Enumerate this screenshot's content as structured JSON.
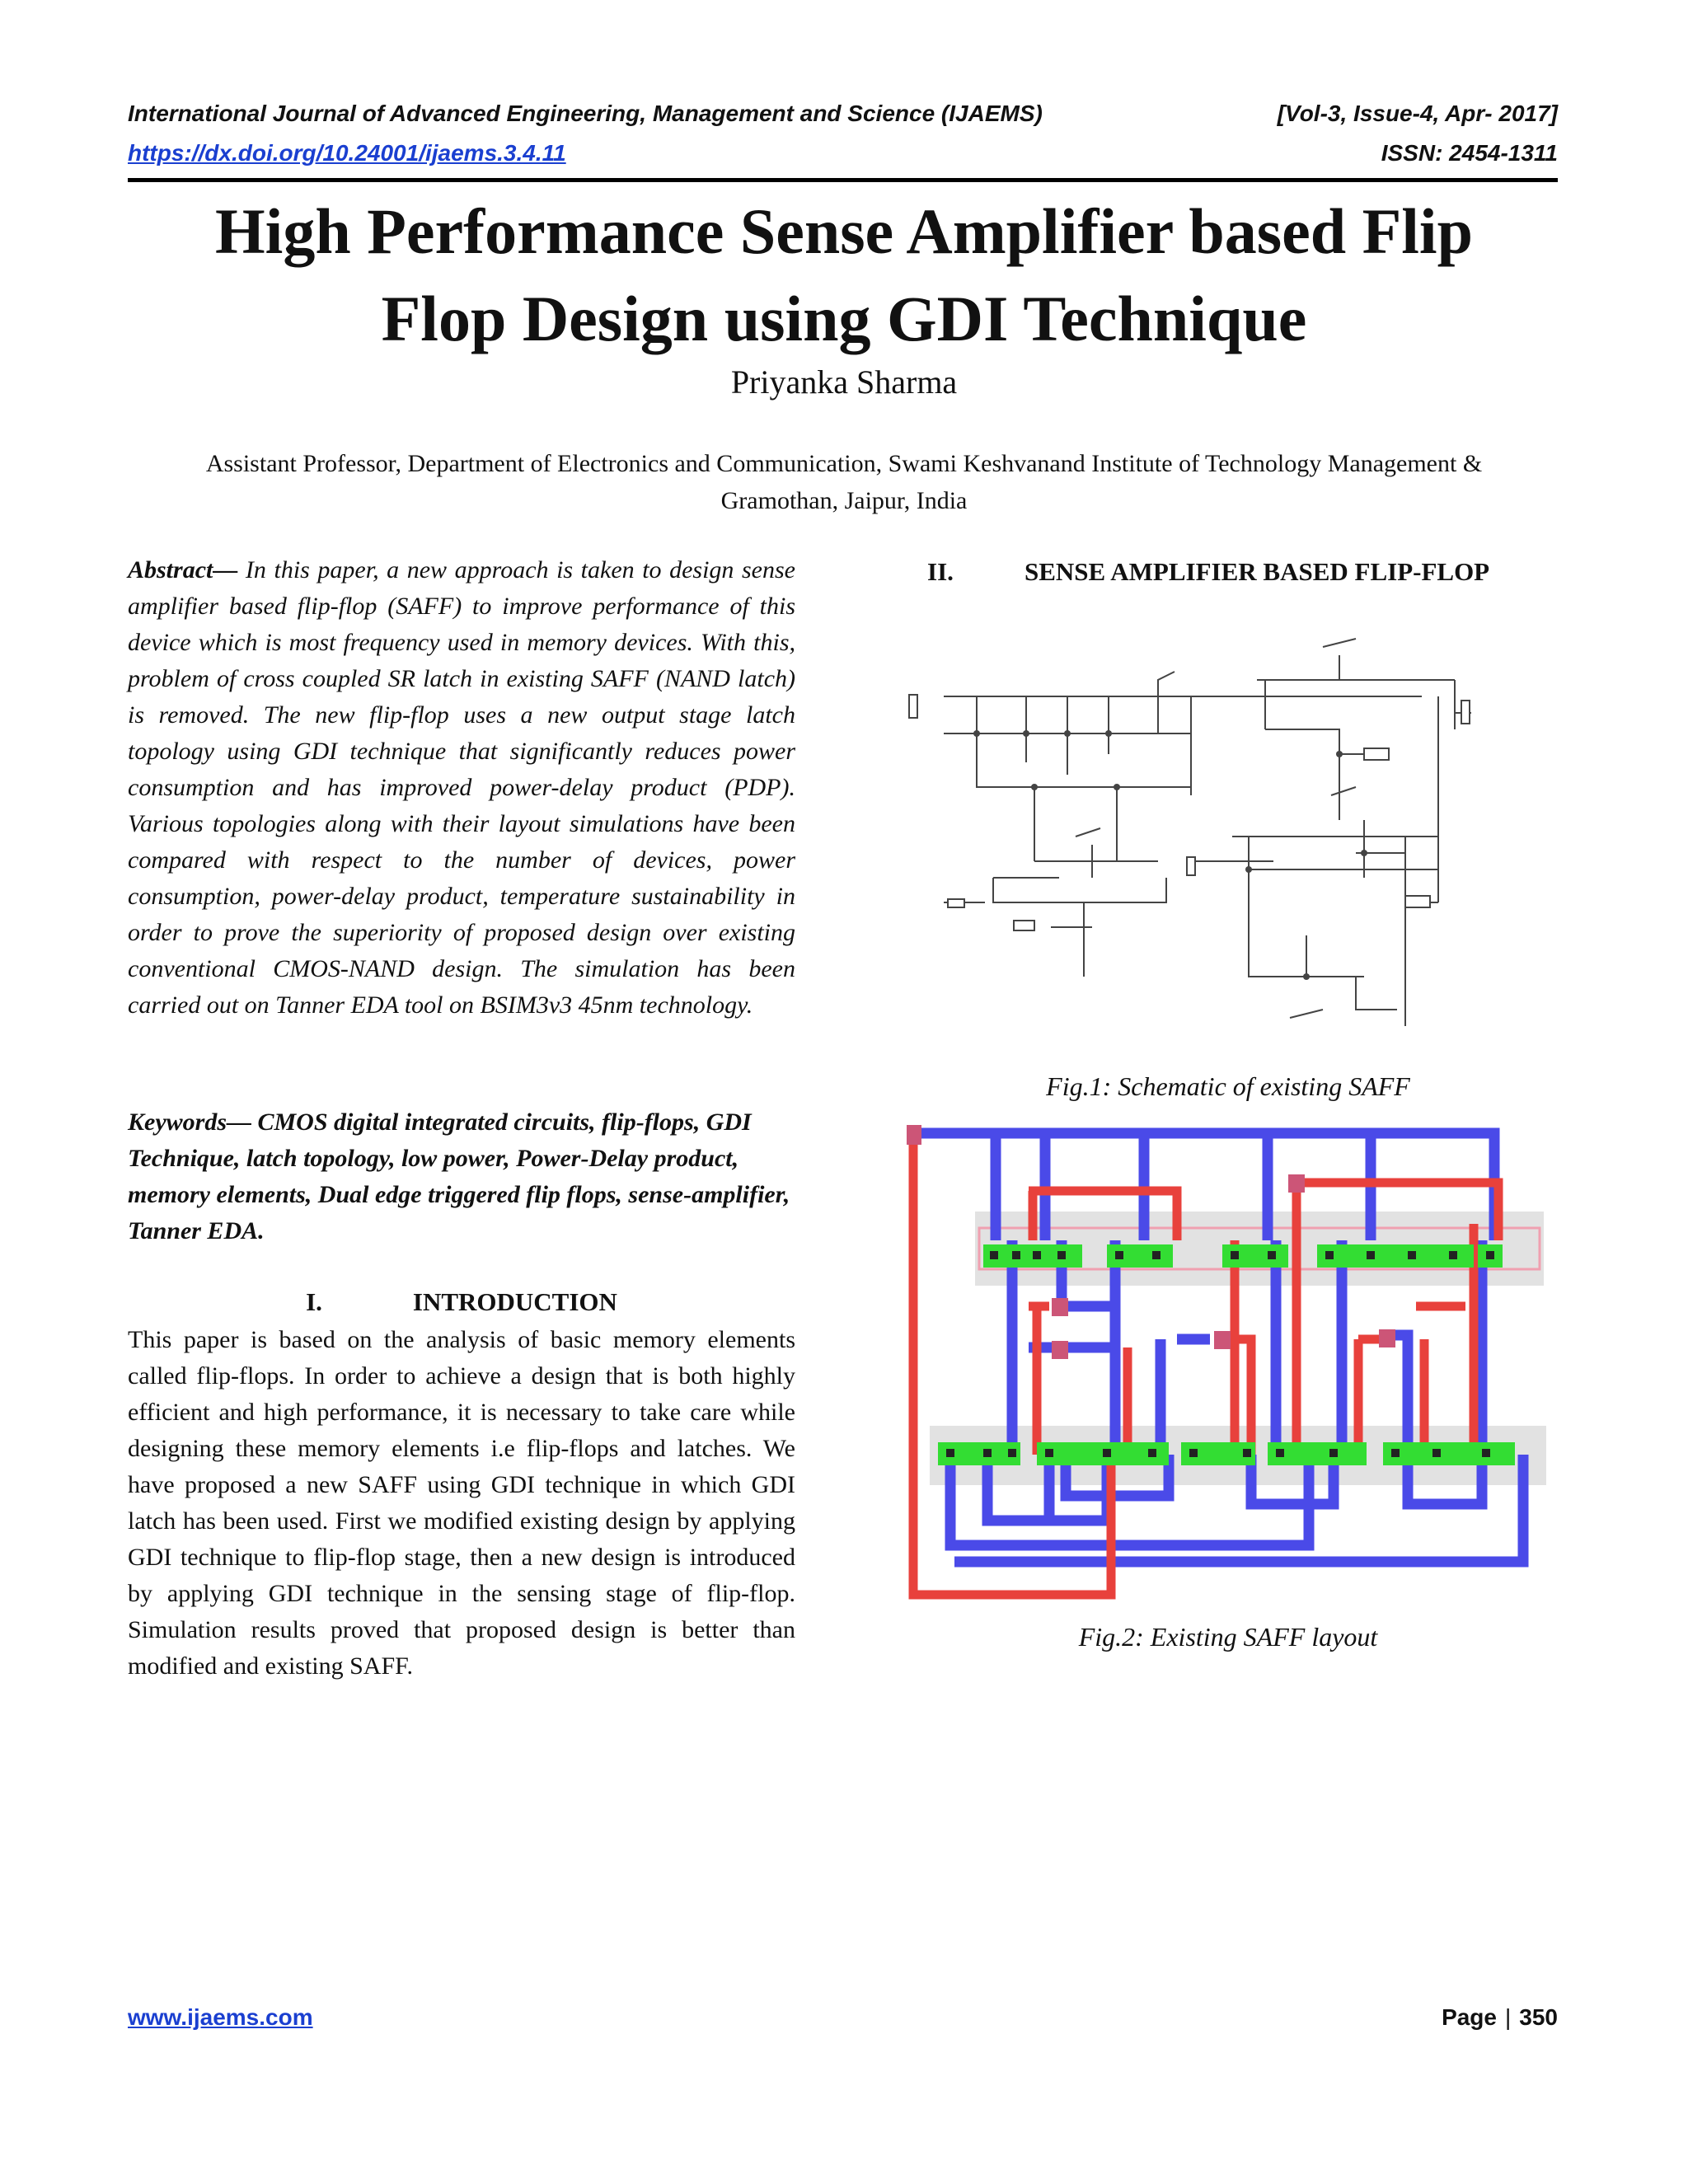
{
  "header": {
    "journal": "International Journal of Advanced Engineering, Management and Science (IJAEMS)",
    "volume": "[Vol-3, Issue-4, Apr- 2017]",
    "doi": "https://dx.doi.org/10.24001/ijaems.3.4.11",
    "issn": "ISSN: 2454-1311"
  },
  "title_line1": "High Performance Sense Amplifier based Flip",
  "title_line2": "Flop Design using GDI Technique",
  "author": "Priyanka Sharma",
  "affiliation_line1": "Assistant Professor, Department of Electronics and Communication, Swami Keshvanand Institute of Technology Management &",
  "affiliation_line2": "Gramothan, Jaipur, India",
  "abstract": {
    "label": "Abstract—",
    "text": " In this paper, a new approach is taken to design sense amplifier based flip-flop (SAFF) to improve performance of this device which is most frequency used in memory devices. With this, problem of cross coupled SR latch in existing SAFF (NAND latch) is removed. The new flip-flop uses a new output stage latch topology using GDI technique that significantly reduces power consumption and has improved power-delay product (PDP). Various topologies along with their layout simulations have been compared with respect to the number of devices, power consumption, power-delay product, temperature sustainability in order to prove the superiority of proposed design over existing conventional CMOS-NAND design. The simulation has been carried out on Tanner EDA tool on BSIM3v3 45nm technology."
  },
  "keywords": "Keywords— CMOS digital integrated circuits, flip-flops, GDI Technique, latch topology, low power, Power-Delay product, memory elements, Dual edge triggered flip flops, sense-amplifier, Tanner EDA.",
  "section1": {
    "number": "I.",
    "title": "INTRODUCTION",
    "text": "This paper is based on the analysis of basic memory elements called flip-flops. In order to achieve a design that is both highly efficient and high performance, it is necessary to take care while designing these memory elements i.e flip-flops and latches. We have proposed a new SAFF using GDI technique in which GDI latch has been used. First we modified existing design by applying GDI technique to flip-flop stage, then a new design is introduced by applying GDI technique in the sensing stage of flip-flop. Simulation results proved that proposed design is better than modified and existing SAFF."
  },
  "section2": {
    "number": "II.",
    "title": "SENSE AMPLIFIER BASED FLIP-FLOP"
  },
  "fig1_caption": "Fig.1: Schematic of existing SAFF",
  "fig2_caption": "Fig.2: Existing SAFF layout",
  "footer": {
    "website": "www.ijaems.com",
    "page_label": "Page",
    "page_separator": "|",
    "page_number": "350"
  },
  "colors": {
    "link": "#1a3fd0",
    "metal_red": "#e8413c",
    "metal_blue": "#4a4ae8",
    "active_green": "#33dd33"
  }
}
